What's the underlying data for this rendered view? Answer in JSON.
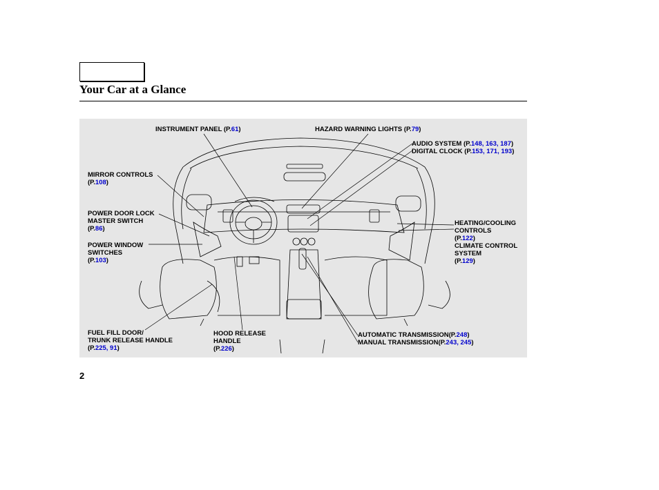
{
  "header": {
    "title": "Your Car at a Glance"
  },
  "page_number": "2",
  "callouts": {
    "instrument_panel": {
      "name": "INSTRUMENT PANEL",
      "pre": "(P.",
      "pages": "61",
      "post": ")"
    },
    "hazard": {
      "name": "HAZARD WARNING LIGHTS",
      "pre": "(P.",
      "pages": "79",
      "post": ")"
    },
    "audio": {
      "name": "AUDIO SYSTEM",
      "pre": "(P.",
      "pages": "148, 163, 187",
      "post": ")"
    },
    "clock": {
      "name": "DIGITAL CLOCK",
      "pre": "(P.",
      "pages": "153, 171, 193",
      "post": ")"
    },
    "mirror": {
      "name": "MIRROR CONTROLS",
      "pre": "(P.",
      "pages": "108",
      "post": ")"
    },
    "door_lock": {
      "line1": "POWER DOOR LOCK",
      "line2": "MASTER SWITCH",
      "pre": "(P.",
      "pages": "86",
      "post": ")"
    },
    "power_window": {
      "line1": "POWER WINDOW",
      "line2": "SWITCHES",
      "pre": "(P.",
      "pages": "103",
      "post": ")"
    },
    "heating": {
      "line1": "HEATING/COOLING",
      "line2": "CONTROLS",
      "pre": "(P.",
      "pages": "122",
      "post": ")"
    },
    "climate": {
      "line1": "CLIMATE CONTROL",
      "line2": "SYSTEM",
      "pre": "(P.",
      "pages": "129",
      "post": ")"
    },
    "fuel": {
      "line1": "FUEL FILL DOOR/",
      "line2": "TRUNK RELEASE HANDLE",
      "pre": "(P.",
      "pages": "225, 91",
      "post": ")"
    },
    "hood": {
      "line1": "HOOD RELEASE",
      "line2": "HANDLE",
      "pre": "(P.",
      "pages": "226",
      "post": ")"
    },
    "auto_trans": {
      "name": "AUTOMATIC TRANSMISSION",
      "pre": "(P.",
      "pages": "248",
      "post": ")"
    },
    "manual_trans": {
      "name": "MANUAL TRANSMISSION",
      "pre": "(P.",
      "pages": "243, 245",
      "post": ")"
    }
  },
  "colors": {
    "page_ref": "#0000cc",
    "panel_bg": "#e6e6e6"
  }
}
